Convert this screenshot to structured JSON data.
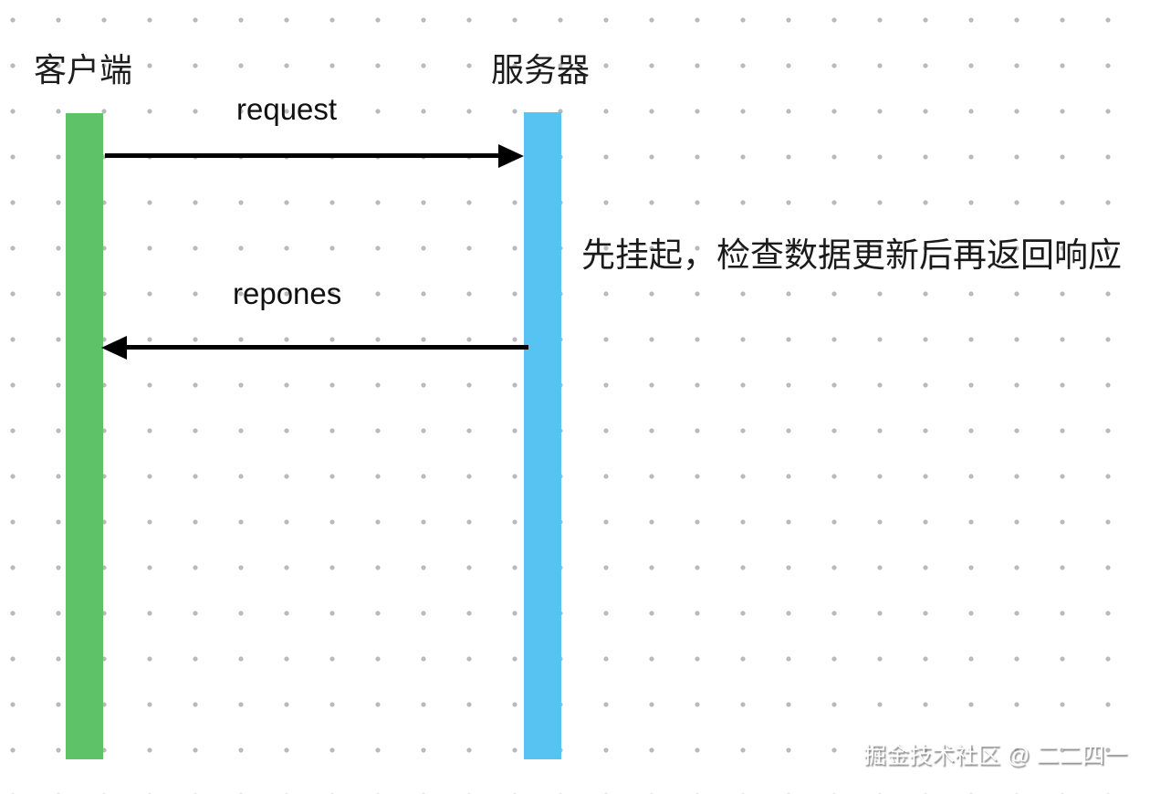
{
  "canvas": {
    "background_color": "#ffffff",
    "dot_color": "#b9b9b9"
  },
  "lifelines": [
    {
      "id": "client",
      "label": "客户端",
      "bar_color": "#5EC269"
    },
    {
      "id": "server",
      "label": "服务器",
      "bar_color": "#56C3F2"
    }
  ],
  "messages": [
    {
      "id": "request",
      "label": "request",
      "direction": "left-to-right",
      "arrow_color": "#000000"
    },
    {
      "id": "response",
      "label": "repones",
      "direction": "right-to-left",
      "arrow_color": "#000000"
    }
  ],
  "annotation": {
    "text": "先挂起，检查数据更新后再返回响应"
  },
  "watermark": {
    "text": "掘金技术社区 @ 二二四一"
  }
}
